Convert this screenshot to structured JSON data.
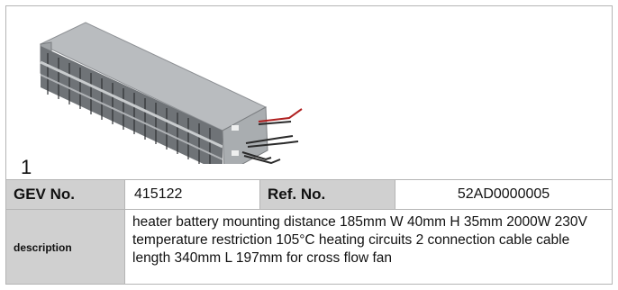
{
  "item": {
    "position_number": "1",
    "image_icon": "heater-battery-image"
  },
  "table": {
    "gev_label": "GEV No.",
    "gev_value": "415122",
    "ref_label": "Ref. No.",
    "ref_value": "52AD0000005",
    "description_label": "description",
    "description_value": "heater battery  mounting distance 185mm W 40mm H 35mm 2000W 230V temperature restriction 105°C heating circuits 2 connection cable cable length 340mm L 197mm for cross flow fan"
  },
  "colors": {
    "label_background": "#d0d0d0",
    "border": "#b5b5b5"
  }
}
